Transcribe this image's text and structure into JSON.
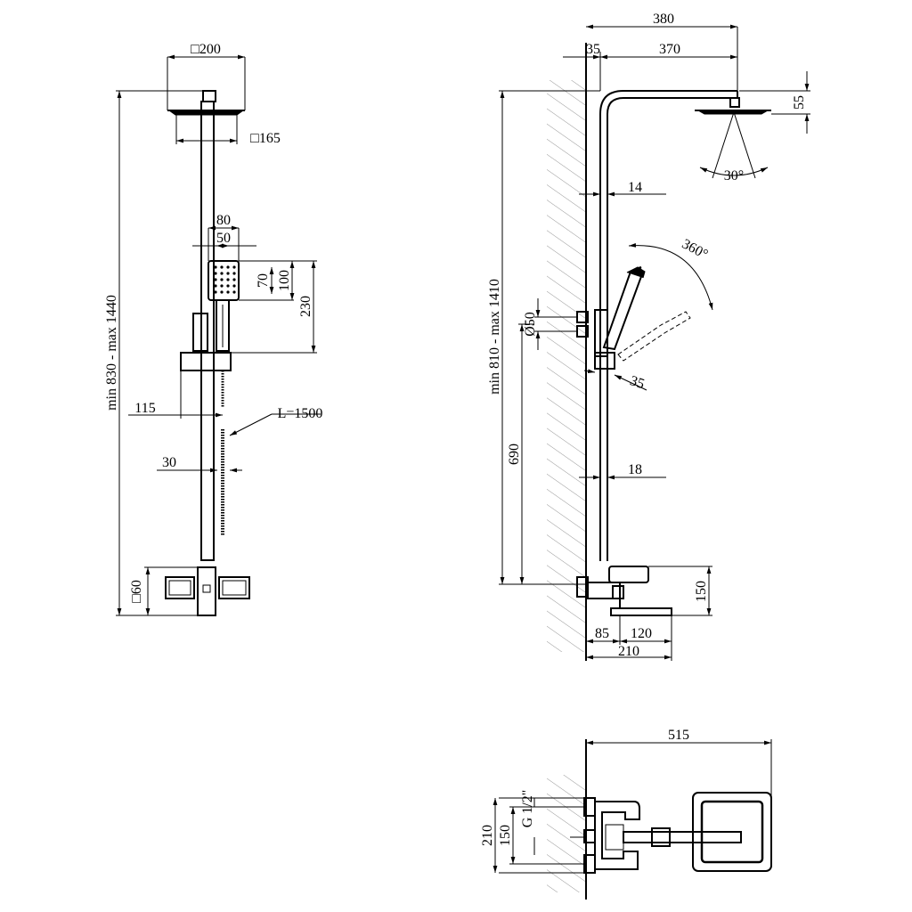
{
  "front_view": {
    "head_square": "□200",
    "head_inner_square": "□165",
    "hand_width": "80",
    "hand_inner_width": "50",
    "hand_dim_70": "70",
    "hand_dim_100": "100",
    "hand_dim_230": "230",
    "height_range": "min 830 - max 1440",
    "offset_115": "115",
    "hose_length": "L=1500",
    "offset_30": "30",
    "mixer_square": "□60"
  },
  "side_view": {
    "arm_length_total": "380",
    "wall_offset": "35",
    "arm_length": "370",
    "head_height": "55",
    "spray_angle": "30°",
    "pipe_diameter_upper": "14",
    "rotation": "360°",
    "height_range": "min 810 - max 1410",
    "holder_diameter": "Ø50",
    "holder_offset": "35",
    "outlet_height": "690",
    "pipe_diameter_lower": "18",
    "mixer_height": "150",
    "spout_offset_85": "85",
    "spout_offset_120": "120",
    "spout_total": "210"
  },
  "top_view": {
    "total_width": "515",
    "thread": "G 1/2\"",
    "inlet_spacing_210": "210",
    "inlet_spacing_150": "150"
  }
}
